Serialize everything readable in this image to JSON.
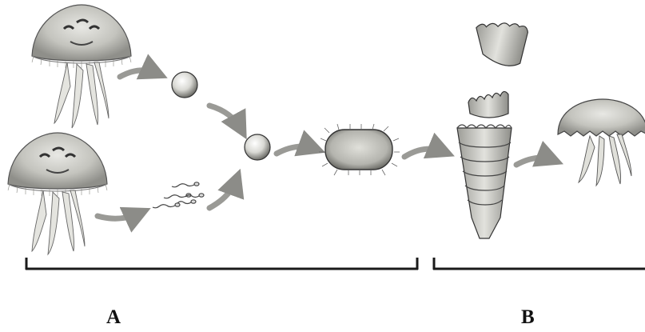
{
  "labels": {
    "a": "A",
    "b": "B"
  },
  "colors": {
    "ink": "#1a1a1a",
    "bell": "#c9c9c4",
    "bell_shadow": "#8f8f8a",
    "arrow": "#9a9a96",
    "tentacle": "#e4e4df",
    "background": "#ffffff"
  },
  "stages": [
    {
      "name": "adult-medusa-female",
      "icon": "jellyfish-icon"
    },
    {
      "name": "adult-medusa-male",
      "icon": "jellyfish-icon"
    },
    {
      "name": "egg",
      "icon": "egg-icon"
    },
    {
      "name": "sperm",
      "icon": "sperm-icon"
    },
    {
      "name": "zygote",
      "icon": "zygote-icon"
    },
    {
      "name": "planula-larva",
      "icon": "planula-icon"
    },
    {
      "name": "strobila",
      "icon": "strobila-icon"
    },
    {
      "name": "ephyra",
      "icon": "ephyra-icon"
    },
    {
      "name": "young-medusa",
      "icon": "jellyfish-icon"
    }
  ]
}
